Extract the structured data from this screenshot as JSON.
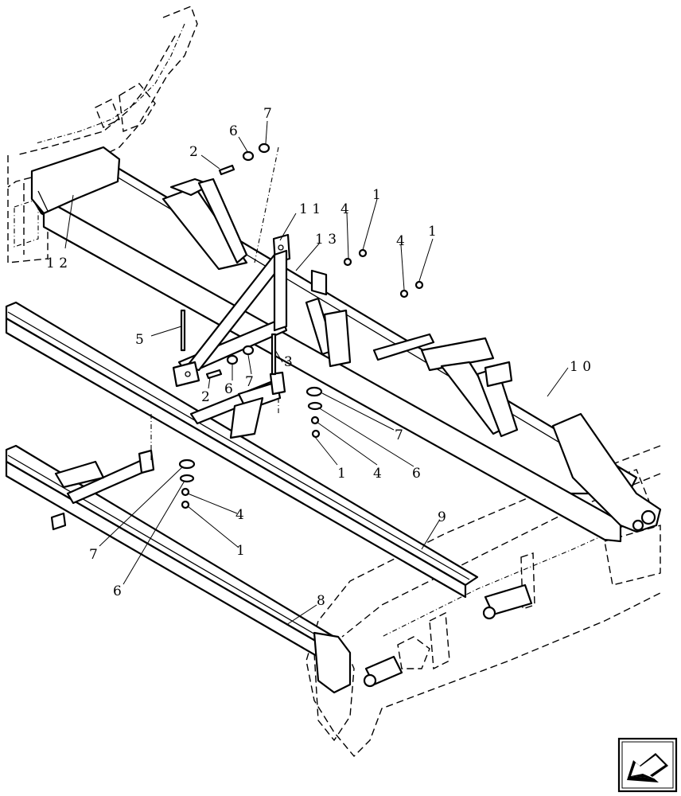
{
  "figure": {
    "callouts": [
      {
        "id": "c1a",
        "text": "1"
      },
      {
        "id": "c1b",
        "text": "1"
      },
      {
        "id": "c1c",
        "text": "1"
      },
      {
        "id": "c1d",
        "text": "1"
      },
      {
        "id": "c2a",
        "text": "2"
      },
      {
        "id": "c2b",
        "text": "2"
      },
      {
        "id": "c3",
        "text": "3"
      },
      {
        "id": "c4a",
        "text": "4"
      },
      {
        "id": "c4b",
        "text": "4"
      },
      {
        "id": "c4c",
        "text": "4"
      },
      {
        "id": "c4d",
        "text": "4"
      },
      {
        "id": "c5",
        "text": "5"
      },
      {
        "id": "c6a",
        "text": "6"
      },
      {
        "id": "c6b",
        "text": "6"
      },
      {
        "id": "c6c",
        "text": "6"
      },
      {
        "id": "c6d",
        "text": "6"
      },
      {
        "id": "c7a",
        "text": "7"
      },
      {
        "id": "c7b",
        "text": "7"
      },
      {
        "id": "c7c",
        "text": "7"
      },
      {
        "id": "c7d",
        "text": "7"
      },
      {
        "id": "c8",
        "text": "8"
      },
      {
        "id": "c9",
        "text": "9"
      },
      {
        "id": "c10",
        "text": "1 0"
      },
      {
        "id": "c11",
        "text": "1 1"
      },
      {
        "id": "c12",
        "text": "1 2"
      },
      {
        "id": "c13",
        "text": "1 3"
      }
    ]
  },
  "navigation": {
    "previous_icon": "back-arrow-icon"
  }
}
